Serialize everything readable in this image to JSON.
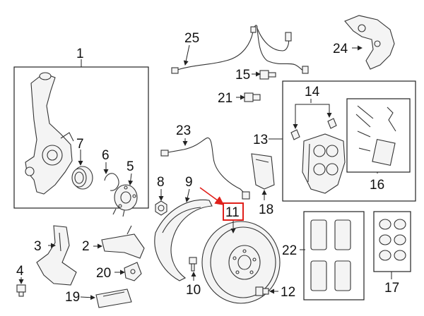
{
  "diagram": {
    "callouts": [
      {
        "id": "c1",
        "label": "1"
      },
      {
        "id": "c2",
        "label": "2"
      },
      {
        "id": "c3",
        "label": "3"
      },
      {
        "id": "c4",
        "label": "4"
      },
      {
        "id": "c5",
        "label": "5"
      },
      {
        "id": "c6",
        "label": "6"
      },
      {
        "id": "c7",
        "label": "7"
      },
      {
        "id": "c8",
        "label": "8"
      },
      {
        "id": "c9",
        "label": "9"
      },
      {
        "id": "c10",
        "label": "10"
      },
      {
        "id": "c11",
        "label": "11"
      },
      {
        "id": "c12",
        "label": "12"
      },
      {
        "id": "c13",
        "label": "13"
      },
      {
        "id": "c14",
        "label": "14"
      },
      {
        "id": "c15",
        "label": "15"
      },
      {
        "id": "c16",
        "label": "16"
      },
      {
        "id": "c17",
        "label": "17"
      },
      {
        "id": "c18",
        "label": "18"
      },
      {
        "id": "c19",
        "label": "19"
      },
      {
        "id": "c20",
        "label": "20"
      },
      {
        "id": "c21",
        "label": "21"
      },
      {
        "id": "c22",
        "label": "22"
      },
      {
        "id": "c23",
        "label": "23"
      },
      {
        "id": "c24",
        "label": "24"
      },
      {
        "id": "c25",
        "label": "25"
      }
    ],
    "highlight": {
      "label": "11",
      "color": "#e0201b"
    },
    "colors": {
      "line": "#333333",
      "highlight": "#e0201b"
    }
  }
}
